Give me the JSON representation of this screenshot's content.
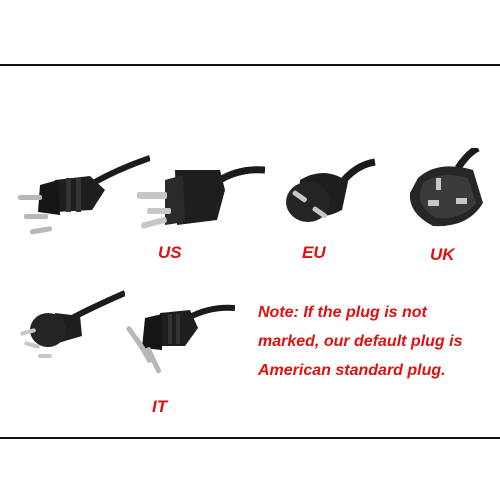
{
  "labels": {
    "us": "US",
    "eu": "EU",
    "uk": "UK",
    "it": "IT"
  },
  "note": {
    "line1": "Note: If the plug is not",
    "line2": "marked, our default plug is",
    "line3": "American standard plug."
  },
  "colors": {
    "text": "#e01010",
    "rule": "#111111",
    "plug": "#1b1b1b",
    "pin": "#b8b8b8"
  }
}
